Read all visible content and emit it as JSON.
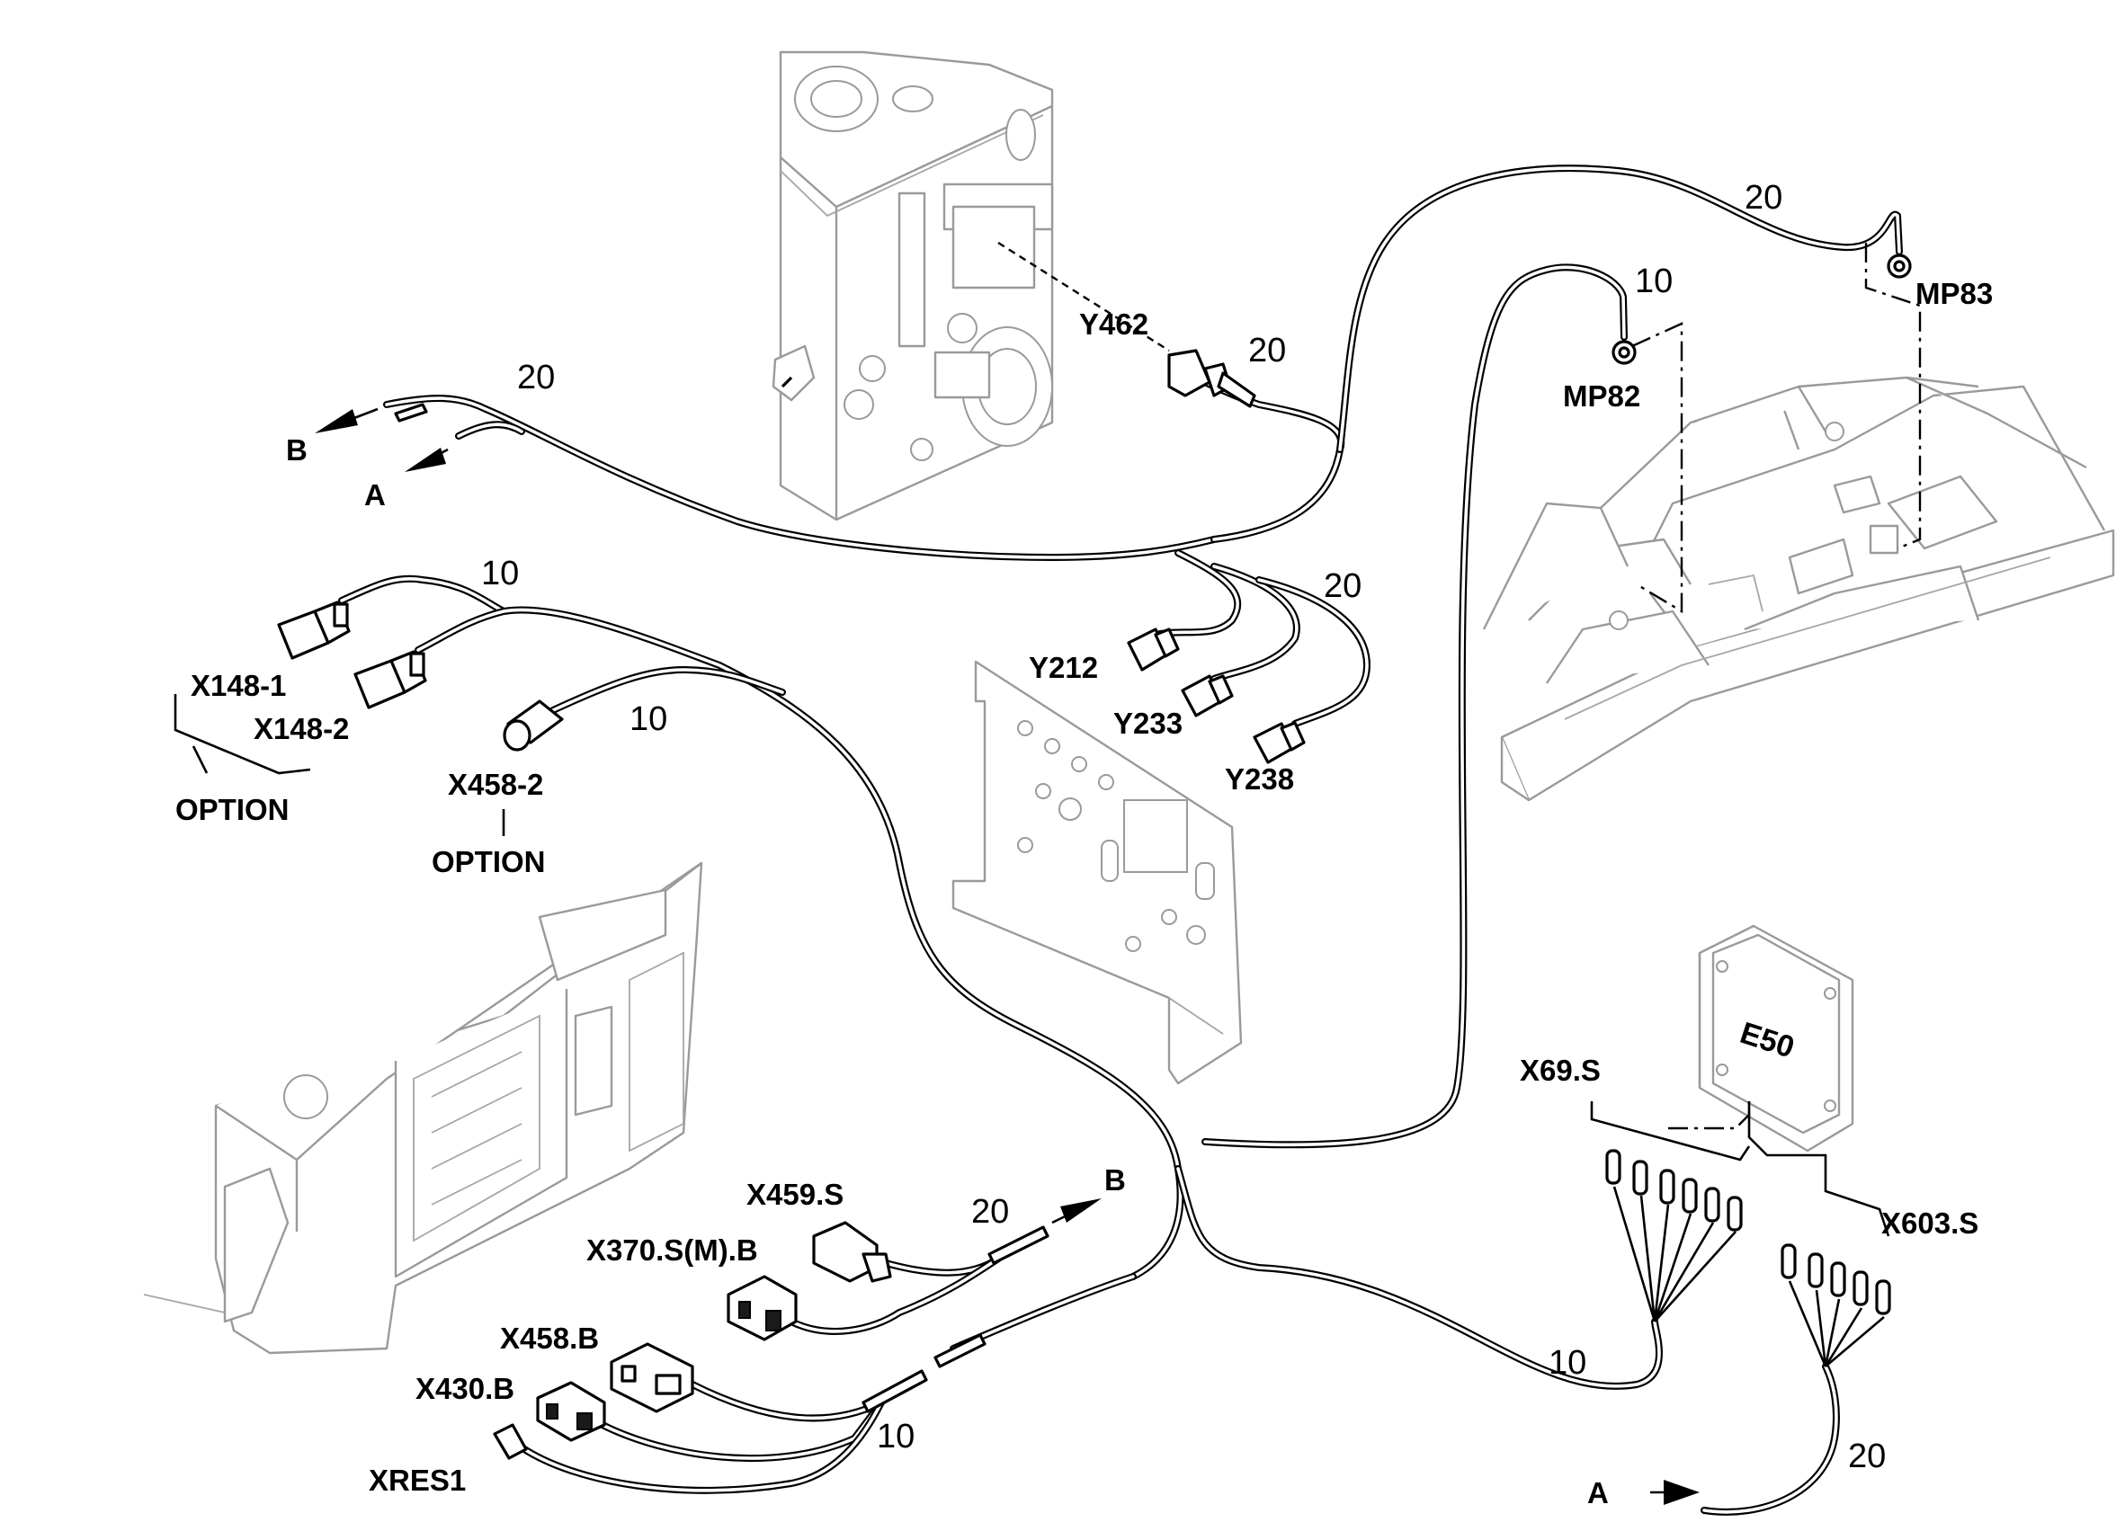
{
  "labels": {
    "y462": "Y462",
    "mp82": "MP82",
    "mp83": "MP83",
    "y212": "Y212",
    "y233": "Y233",
    "y238": "Y238",
    "x148_1": "X148-1",
    "x148_2": "X148-2",
    "option_x148": "OPTION",
    "x458_2": "X458-2",
    "option_x458_2": "OPTION",
    "x69s": "X69.S",
    "x603s": "X603.S",
    "e50": "E50",
    "x459s": "X459.S",
    "x370": "X370.S(M).B",
    "x458b": "X458.B",
    "x430b": "X430.B",
    "xres1": "XRES1",
    "arrow_b_left": "B",
    "arrow_a_left": "A",
    "arrow_b_right": "B",
    "arrow_a_bottom": "A"
  },
  "item_numbers": {
    "top_left_harness": "20",
    "y462_harness": "20",
    "ground_mp83": "20",
    "ground_mp82": "10",
    "valves_harness": "20",
    "x148_harness": "10",
    "x458_2_harness": "10",
    "x459_harness": "20",
    "bottom_harness": "10",
    "x69_harness": "10",
    "x603_harness": "20"
  },
  "colors": {
    "wire": "#000000",
    "component_outline": "#9a9a9a",
    "background": "#ffffff"
  }
}
